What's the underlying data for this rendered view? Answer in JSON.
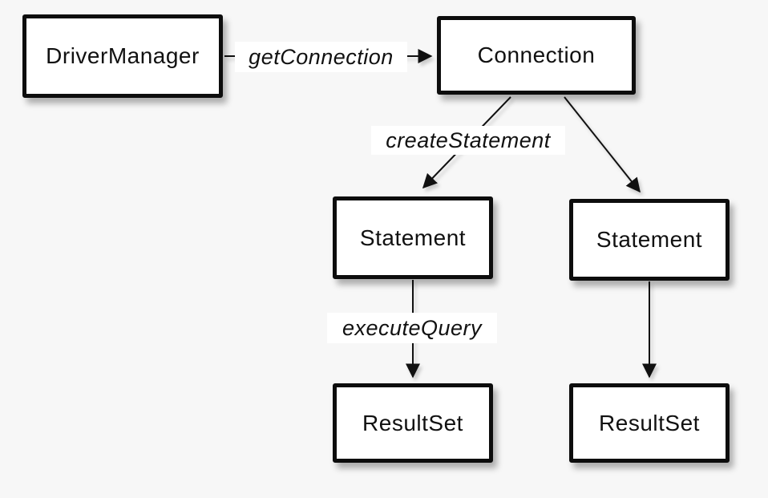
{
  "colors": {
    "background": "#f7f7f7",
    "box_fill": "#ffffff",
    "box_border": "#0d0d0d",
    "line": "#111111",
    "label_background": "#ffffff",
    "text": "#111111"
  },
  "diagram": {
    "nodes": [
      {
        "id": "driver-manager",
        "label": "DriverManager"
      },
      {
        "id": "connection",
        "label": "Connection"
      },
      {
        "id": "statement-left",
        "label": "Statement"
      },
      {
        "id": "statement-right",
        "label": "Statement"
      },
      {
        "id": "resultset-left",
        "label": "ResultSet"
      },
      {
        "id": "resultset-right",
        "label": "ResultSet"
      }
    ],
    "edges": [
      {
        "from": "DriverManager",
        "to": "Connection",
        "label": "getConnection"
      },
      {
        "from": "Connection",
        "to": "Statement-left",
        "label": "createStatement"
      },
      {
        "from": "Connection",
        "to": "Statement-right",
        "label": ""
      },
      {
        "from": "Statement-left",
        "to": "ResultSet-left",
        "label": "executeQuery"
      },
      {
        "from": "Statement-right",
        "to": "ResultSet-right",
        "label": ""
      }
    ]
  }
}
